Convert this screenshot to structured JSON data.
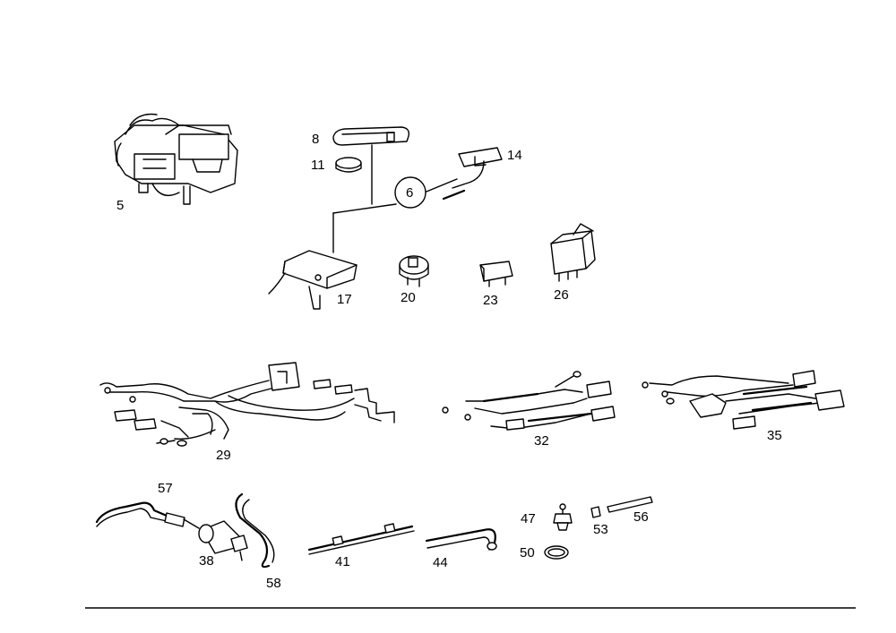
{
  "parts": {
    "p5": "5",
    "p8": "8",
    "p11": "11",
    "p6": "6",
    "p14": "14",
    "p17": "17",
    "p20": "20",
    "p23": "23",
    "p26": "26",
    "p29": "29",
    "p32": "32",
    "p35": "35",
    "p57": "57",
    "p38": "38",
    "p58": "58",
    "p41": "41",
    "p44": "44",
    "p47": "47",
    "p50": "50",
    "p53": "53",
    "p56": "56"
  }
}
